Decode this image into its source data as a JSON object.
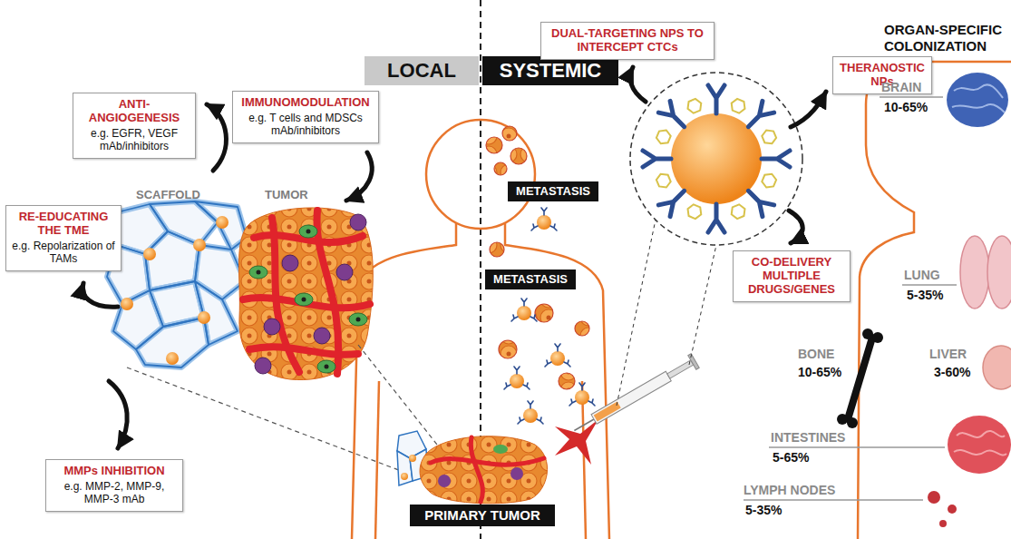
{
  "diagram": {
    "nodes": [
      {
        "text": [
          "LOCAL"
        ]
      },
      {
        "text": [
          "SYSTEMIC"
        ]
      },
      {
        "text": [
          "ANTI-ANGIOGENESIS",
          "e.g. EGFR, VEGF mAb/inhibitors"
        ]
      },
      {
        "text": [
          "IMMUNOMODULATION",
          "e.g. T cells and MDSCs mAb/inhibitors"
        ]
      },
      {
        "text": [
          "RE-EDUCATING THE TME",
          "e.g. Repolarization of TAMs"
        ]
      },
      {
        "text": [
          "MMPs INHIBITION",
          "e.g. MMP-2, MMP-9, MMP-3 mAb"
        ]
      },
      {
        "text": [
          "DUAL-TARGETING NPS TO INTERCEPT CTCs"
        ]
      },
      {
        "text": [
          "THERANOSTIC NPs"
        ]
      },
      {
        "text": [
          "METASTASIS"
        ]
      },
      {
        "text": [
          "METASTASIS"
        ]
      },
      {
        "text": [
          "CO-DELIVERY MULTIPLE DRUGS/GENES"
        ]
      },
      {
        "text": [
          "PRIMARY TUMOR"
        ]
      }
    ],
    "labels": [
      "SCAFFOLD",
      "TUMOR",
      "ORGAN-SPECIFIC COLONIZATION",
      "BRAIN",
      "10-65%",
      "LUNG",
      "5-35%",
      "BONE",
      "10-65%",
      "LIVER",
      "3-60%",
      "INTESTINES",
      "5-65%",
      "LYMPH NODES",
      "5-35%"
    ]
  }
}
